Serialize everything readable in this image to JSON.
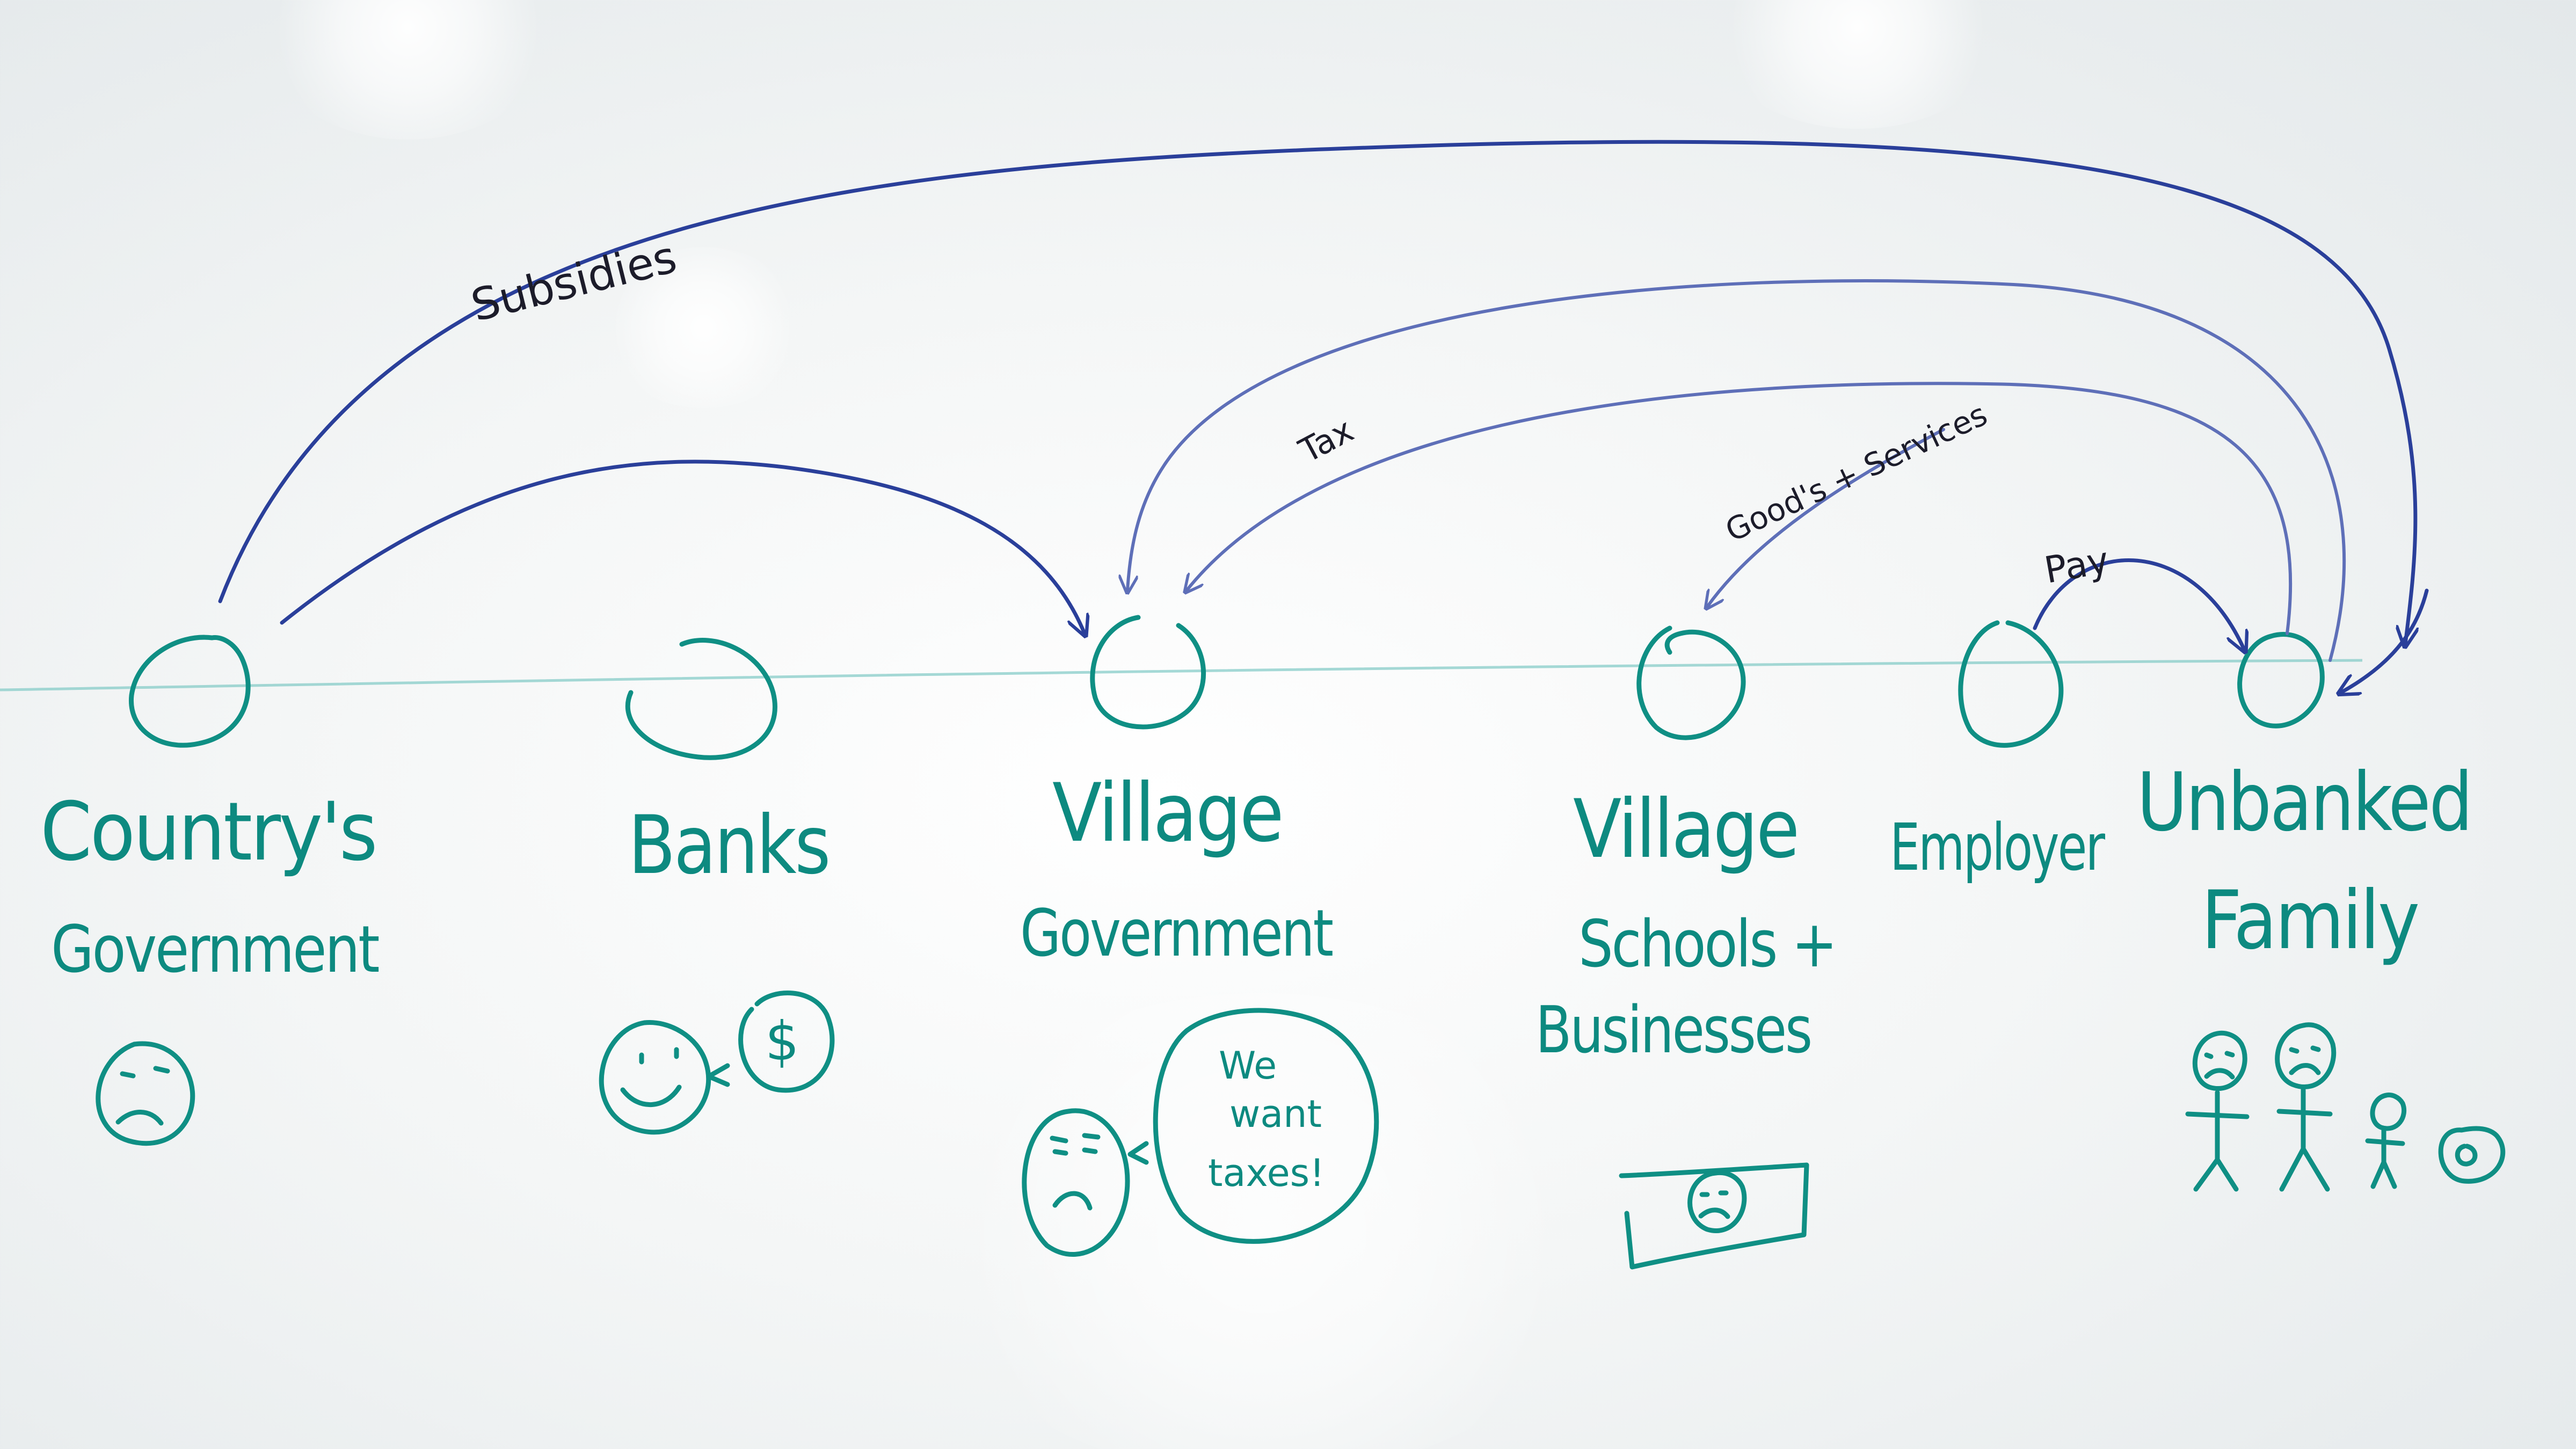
{
  "nodes": [
    {
      "id": "country-government",
      "label_line1": "Country's",
      "label_line2": "Government"
    },
    {
      "id": "banks",
      "label_line1": "Banks",
      "label_line2": ""
    },
    {
      "id": "village-government",
      "label_line1": "Village",
      "label_line2": "Government"
    },
    {
      "id": "village-schools",
      "label_line1": "Village",
      "label_line2": "Schools +",
      "label_line3": "Businesses"
    },
    {
      "id": "employer",
      "label_line1": "Employer",
      "label_line2": ""
    },
    {
      "id": "unbanked-family",
      "label_line1": "Unbanked",
      "label_line2": "Family"
    }
  ],
  "edges": [
    {
      "from": "country-government",
      "to": "unbanked-family",
      "label": "Subsidies"
    },
    {
      "from": "country-government",
      "to": "village-government",
      "label": ""
    },
    {
      "from": "unbanked-family",
      "to": "village-government",
      "label": "Tax"
    },
    {
      "from": "unbanked-family",
      "to": "village-schools",
      "label": "Good's + Services"
    },
    {
      "from": "employer",
      "to": "unbanked-family",
      "label": "Pay"
    }
  ],
  "speech_bubbles": {
    "banks": "$",
    "village_government_line1": "We",
    "village_government_line2": "want",
    "village_government_line3": "taxes!"
  },
  "colors": {
    "marker_teal": "#0f8f84",
    "marker_blue": "#2a3f9a",
    "board": "#f4f6f6"
  }
}
